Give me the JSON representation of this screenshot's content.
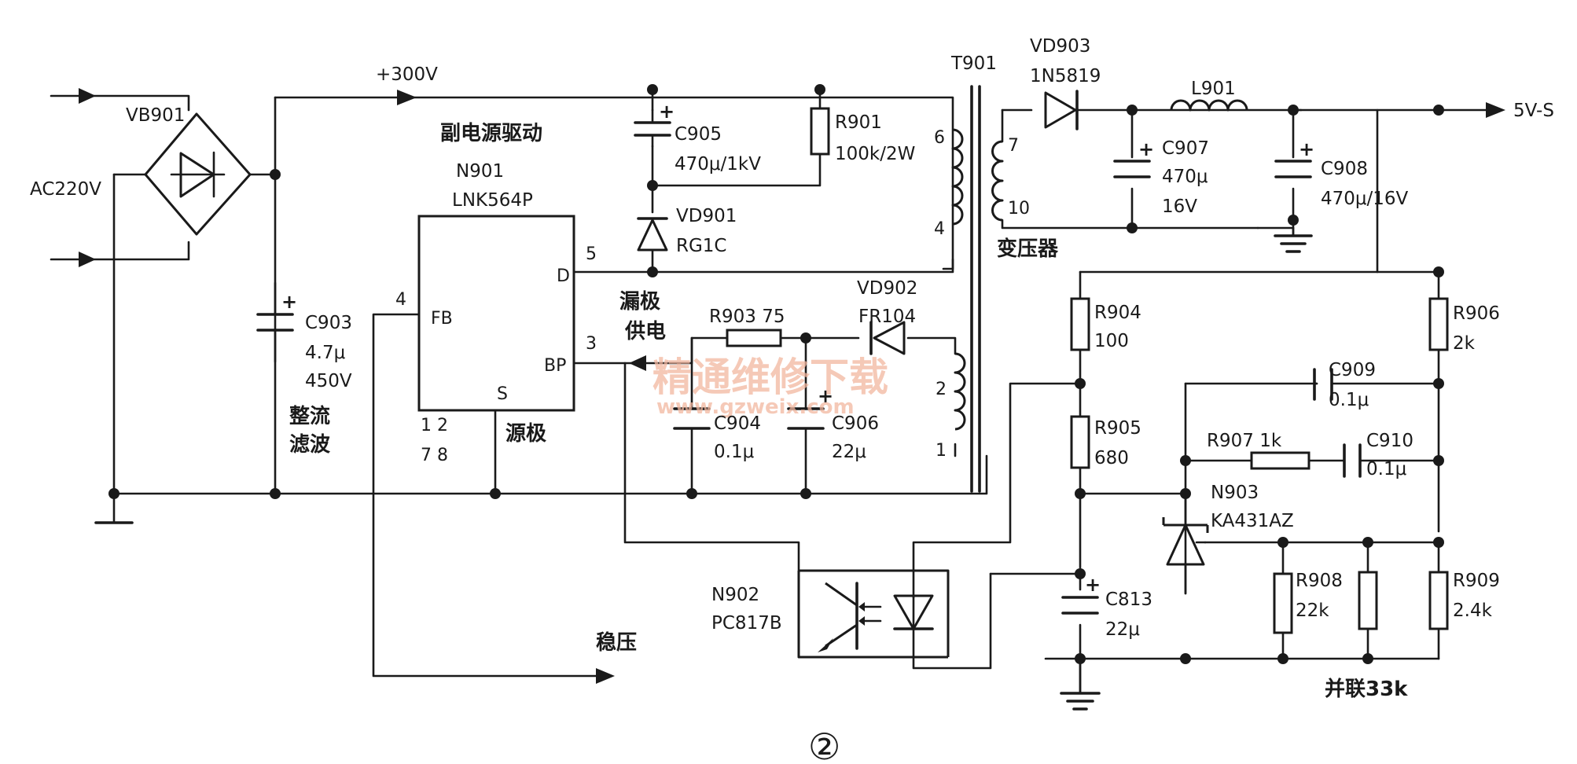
{
  "labels": {
    "vb901": "VB901",
    "ac220v": "AC220V",
    "v300": "+300V",
    "c903": "C903",
    "c903_val1": "4.7μ",
    "c903_val2": "450V",
    "rectify": "整流",
    "filter": "滤波",
    "sub_drive": "副电源驱动",
    "n901": "N901",
    "lnk": "LNK564P",
    "pin_fb": "FB",
    "pin_d": "D",
    "pin_bp": "BP",
    "pin_s": "S",
    "pin_4": "4",
    "pin_5": "5",
    "pin_3": "3",
    "pins_12": "1  2",
    "pins_78": "7  8",
    "source_pole": "源极",
    "drain_pole": "漏极",
    "power_supply": "供电",
    "c905": "C905",
    "c905_val": "470μ/1kV",
    "r901": "R901",
    "r901_val": "100k/2W",
    "vd901": "VD901",
    "vd901_val": "RG1C",
    "vd902": "VD902",
    "vd902_val": "FR104",
    "r903": "R903  75",
    "c904": "C904",
    "c904_val": "0.1μ",
    "c906": "C906",
    "c906_val": "22μ",
    "t901": "T901",
    "tw6": "6",
    "tw4": "4",
    "tw2": "2",
    "tw1": "1",
    "tw7": "7",
    "tw10": "10",
    "transformer": "变压器",
    "vd903": "VD903",
    "vd903_val": "1N5819",
    "l901": "L901",
    "c907": "C907",
    "c907_val1": "470μ",
    "c907_val2": "16V",
    "c908": "C908",
    "c908_val": "470μ/16V",
    "out_5vs": "5V-S",
    "r904": "R904",
    "r904_val": "100",
    "r905": "R905",
    "r905_val": "680",
    "r906": "R906",
    "r906_val": "2k",
    "c909": "C909",
    "c909_val": "0.1μ",
    "r907": "R907  1k",
    "c910": "C910",
    "c910_val": "0.1μ",
    "n903": "N903",
    "ka431": "KA431AZ",
    "r908": "R908",
    "r908_val": "22k",
    "r909": "R909",
    "r909_val": "2.4k",
    "parallel": "并联33k",
    "c813": "C813",
    "c813_val": "22μ",
    "n902": "N902",
    "pc817": "PC817B",
    "regulate": "稳压",
    "figure_no": "②"
  },
  "watermark": {
    "line1": "精通维修下载",
    "line2": "www.gzweix.com"
  },
  "colors": {
    "ink": "#1a1a1a",
    "watermark": "#f2b7a0"
  }
}
